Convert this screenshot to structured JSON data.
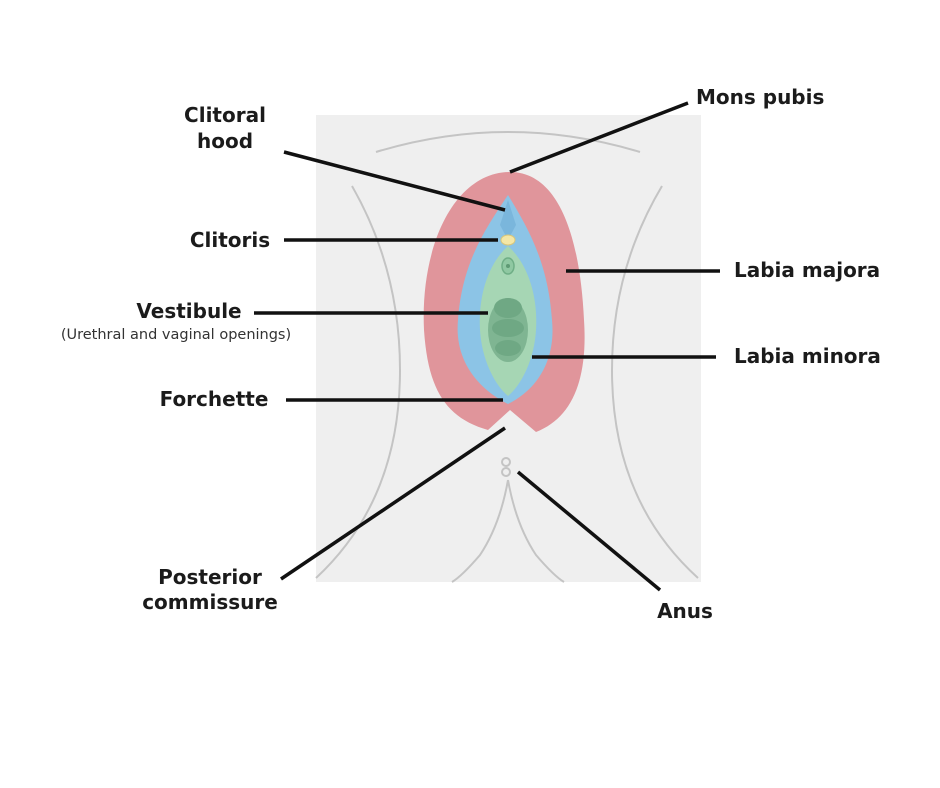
{
  "labels": {
    "clitoral_hood_line1": "Clitoral",
    "clitoral_hood_line2": "hood",
    "clitoris": "Clitoris",
    "vestibule": "Vestibule",
    "vestibule_note": "(Urethral and vaginal openings)",
    "forchette": "Forchette",
    "posterior_commissure_line1": "Posterior",
    "posterior_commissure_line2": "commissure",
    "mons_pubis": "Mons pubis",
    "labia_majora": "Labia majora",
    "labia_minora": "Labia minora",
    "anus": "Anus"
  },
  "colors": {
    "background_panel": "#efefef",
    "outline": "#c4c4c4",
    "labia_majora": "#e0959b",
    "labia_minora": "#8cc4e6",
    "vestibule": "#a6d6b4",
    "clitoris": "#f4e7a6",
    "leader_lines": "#111111"
  }
}
